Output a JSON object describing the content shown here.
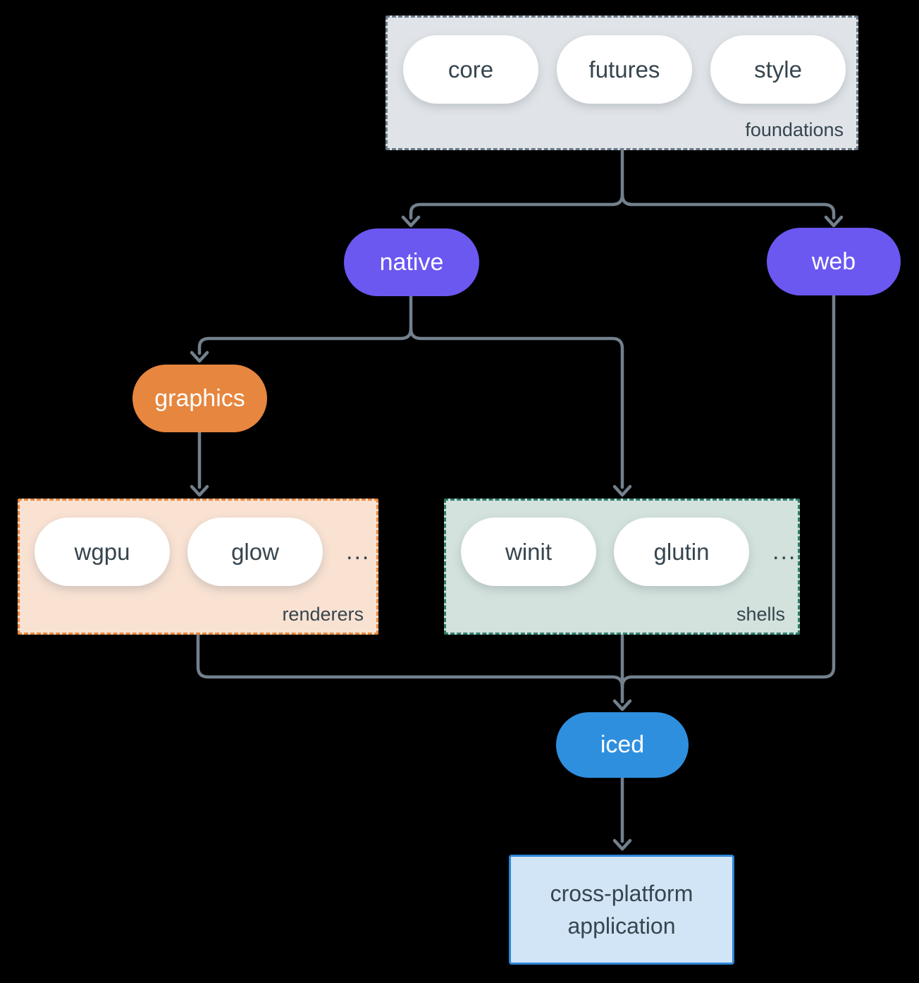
{
  "groups": {
    "foundations": {
      "label": "foundations",
      "items": [
        "core",
        "futures",
        "style"
      ]
    },
    "renderers": {
      "label": "renderers",
      "items": [
        "wgpu",
        "glow"
      ],
      "more": "..."
    },
    "shells": {
      "label": "shells",
      "items": [
        "winit",
        "glutin"
      ],
      "more": "..."
    }
  },
  "nodes": {
    "native": "native",
    "web": "web",
    "graphics": "graphics",
    "iced": "iced",
    "application": "cross-platform application"
  },
  "colors": {
    "bg": "#000000",
    "arrow": "#73808d",
    "text-dark": "#36454e",
    "purple": "#6a58f1",
    "orange": "#e6863f",
    "blue": "#2f8fdf",
    "foundations-bg": "#e0e4e8",
    "foundations-border": "#6b7a89",
    "renderers-bg": "#f9e2d2",
    "renderers-border": "#e8873f",
    "shells-bg": "#d3e2dc",
    "shells-border": "#2f7d6c",
    "app-bg": "#d2e5f7",
    "app-border": "#2e86d8",
    "pill-bg": "#ffffff"
  }
}
